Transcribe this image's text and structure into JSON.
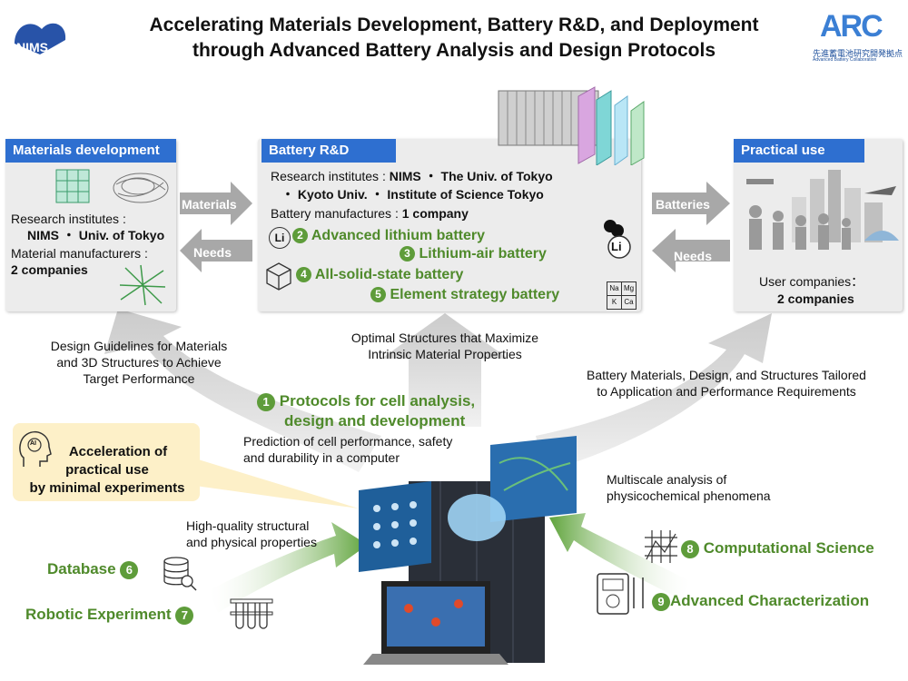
{
  "title_line1": "Accelerating Materials Development, Battery R&D, and Deployment",
  "title_line2": "through Advanced Battery Analysis and Design Protocols",
  "logos": {
    "nims": "NIMS",
    "arc": "ARC",
    "arc_sub": "先進蓄電池研究開発拠点",
    "arc_sub2": "Advanced Battery Collaboration"
  },
  "materials_box": {
    "header": "Materials development",
    "research_label": "Research institutes :",
    "research_value": "NIMS ・ Univ. of Tokyo",
    "manufacturers_label": "Material manufacturers :",
    "manufacturers_value": "2 companies"
  },
  "battery_box": {
    "header": "Battery R&D",
    "research_label": "Research institutes :",
    "research_line1": "NIMS ・ The Univ. of Tokyo",
    "research_line2": "・ Kyoto Univ. ・ Institute of Science Tokyo",
    "manufacturers_label": "Battery manufactures :",
    "manufacturers_value": "1 company",
    "items": [
      {
        "num": "2",
        "label": "Advanced lithium battery"
      },
      {
        "num": "3",
        "label": "Lithium-air battery"
      },
      {
        "num": "4",
        "label": "All-solid-state battery"
      },
      {
        "num": "5",
        "label": "Element strategy battery"
      }
    ],
    "li_symbol": "Li",
    "elements": [
      "Na",
      "Mg",
      "K",
      "Ca"
    ]
  },
  "practical_box": {
    "header": "Practical use",
    "users_label": "User companies：",
    "users_value": "2 companies"
  },
  "arrows": {
    "materials": "Materials",
    "needs_left": "Needs",
    "batteries": "Batteries",
    "needs_right": "Needs"
  },
  "captions": {
    "design_guidelines": [
      "Design Guidelines for Materials",
      "and 3D Structures to Achieve",
      "Target Performance"
    ],
    "optimal_structures": [
      "Optimal Structures that Maximize",
      "Intrinsic Material Properties"
    ],
    "battery_materials": [
      "Battery Materials, Design, and Structures Tailored",
      "to Application and Performance Requirements"
    ],
    "prediction": [
      "Prediction of cell performance, safety",
      "and durability in a computer"
    ],
    "multiscale": [
      "Multiscale analysis of",
      "physicochemical phenomena"
    ],
    "high_quality": [
      "High-quality structural",
      "and physical properties"
    ]
  },
  "protocol": {
    "num": "1",
    "line1": "Protocols for cell analysis,",
    "line2": "design and development"
  },
  "acceleration": {
    "icon_text": "AI",
    "lines": [
      "Acceleration of",
      "practical use",
      "by minimal experiments"
    ]
  },
  "sources": [
    {
      "num": "6",
      "label": "Database"
    },
    {
      "num": "7",
      "label": "Robotic Experiment"
    },
    {
      "num": "8",
      "label": "Computational Science"
    },
    {
      "num": "9",
      "label": "Advanced Characterization"
    }
  ]
}
